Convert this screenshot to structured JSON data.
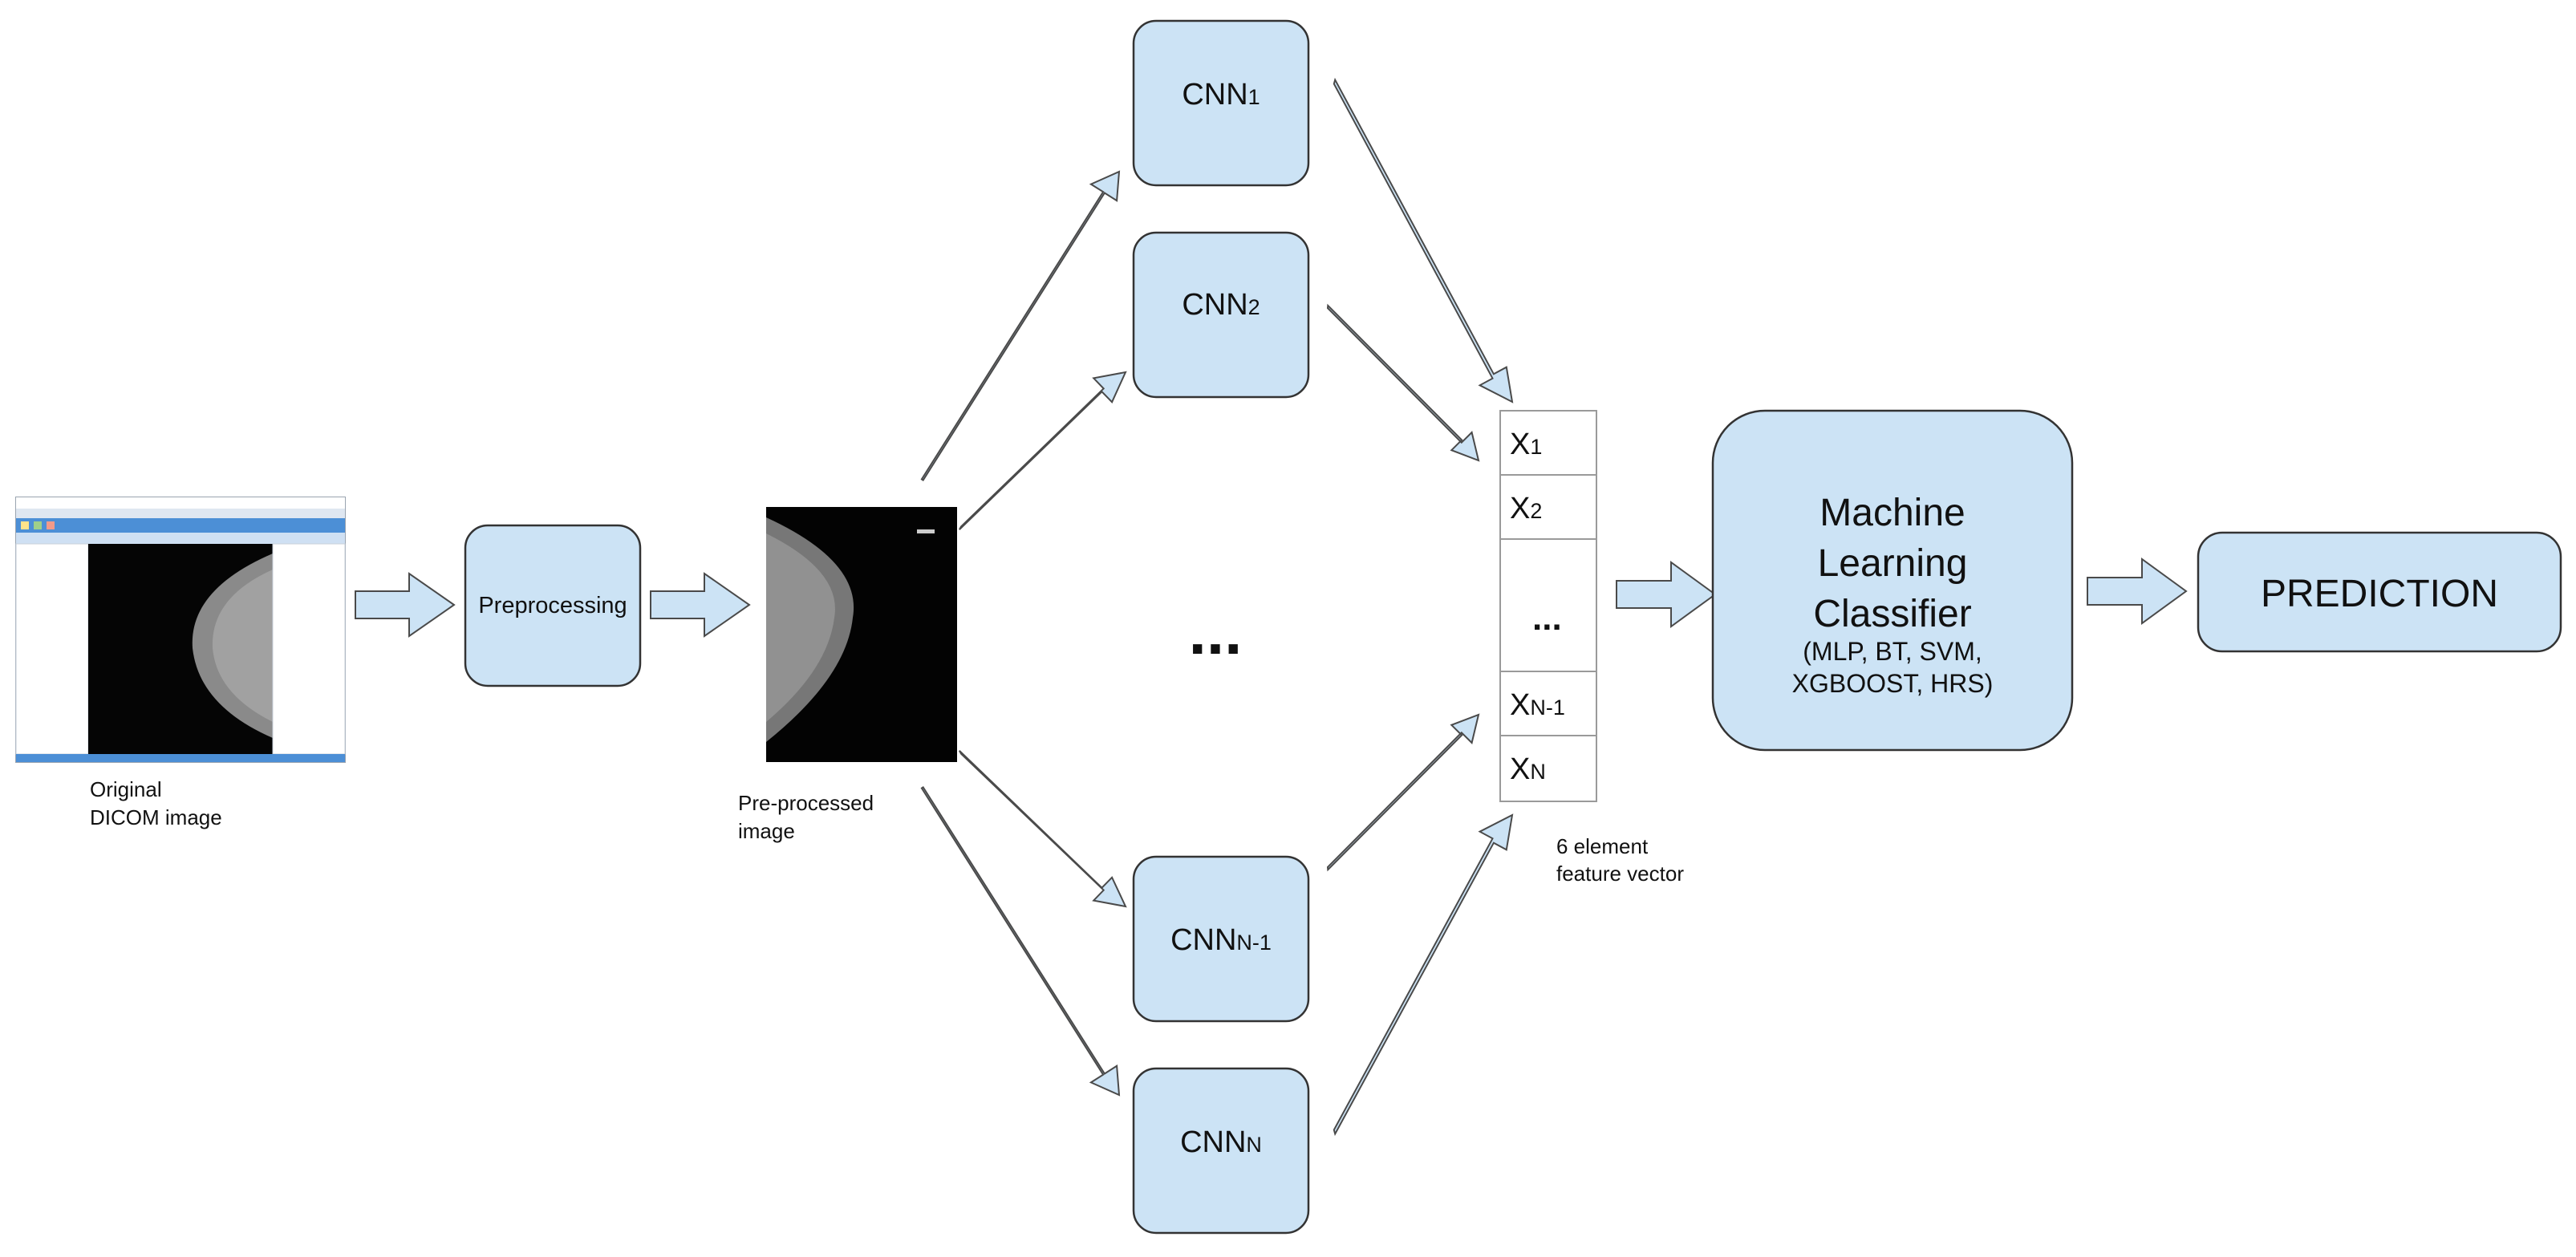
{
  "original_image": {
    "caption_line1": "Original",
    "caption_line2": "DICOM image",
    "screenshot_icon": "dicom-viewer-screenshot-thumbnail"
  },
  "preprocessing": {
    "label": "Preprocessing"
  },
  "preprocessed_image": {
    "caption_line1": "Pre-processed",
    "caption_line2": "image",
    "mammogram_icon": "mammogram-thumbnail"
  },
  "cnns": [
    {
      "base": "CNN",
      "sub": "1"
    },
    {
      "base": "CNN",
      "sub": "2"
    },
    {
      "base": "CNN",
      "sub": "N-1"
    },
    {
      "base": "CNN",
      "sub": "N"
    }
  ],
  "ellipsis": "...",
  "feature_vector": {
    "cells": [
      {
        "base": "X",
        "sub": "1"
      },
      {
        "base": "X",
        "sub": "2"
      },
      {
        "base": "...",
        "sub": ""
      },
      {
        "base": "X",
        "sub": "N-1"
      },
      {
        "base": "X",
        "sub": "N"
      }
    ],
    "caption_line1": "6 element",
    "caption_line2": "feature vector"
  },
  "classifier": {
    "line1": "Machine",
    "line2": "Learning",
    "line3": "Classifier",
    "detail1": "(MLP, BT, SVM,",
    "detail2": "XGBOOST, HRS)"
  },
  "prediction": {
    "label": "PREDICTION"
  },
  "colors": {
    "box_fill": "#cce3f5",
    "border": "#333333",
    "arrow_stroke": "#4a4a4a"
  }
}
